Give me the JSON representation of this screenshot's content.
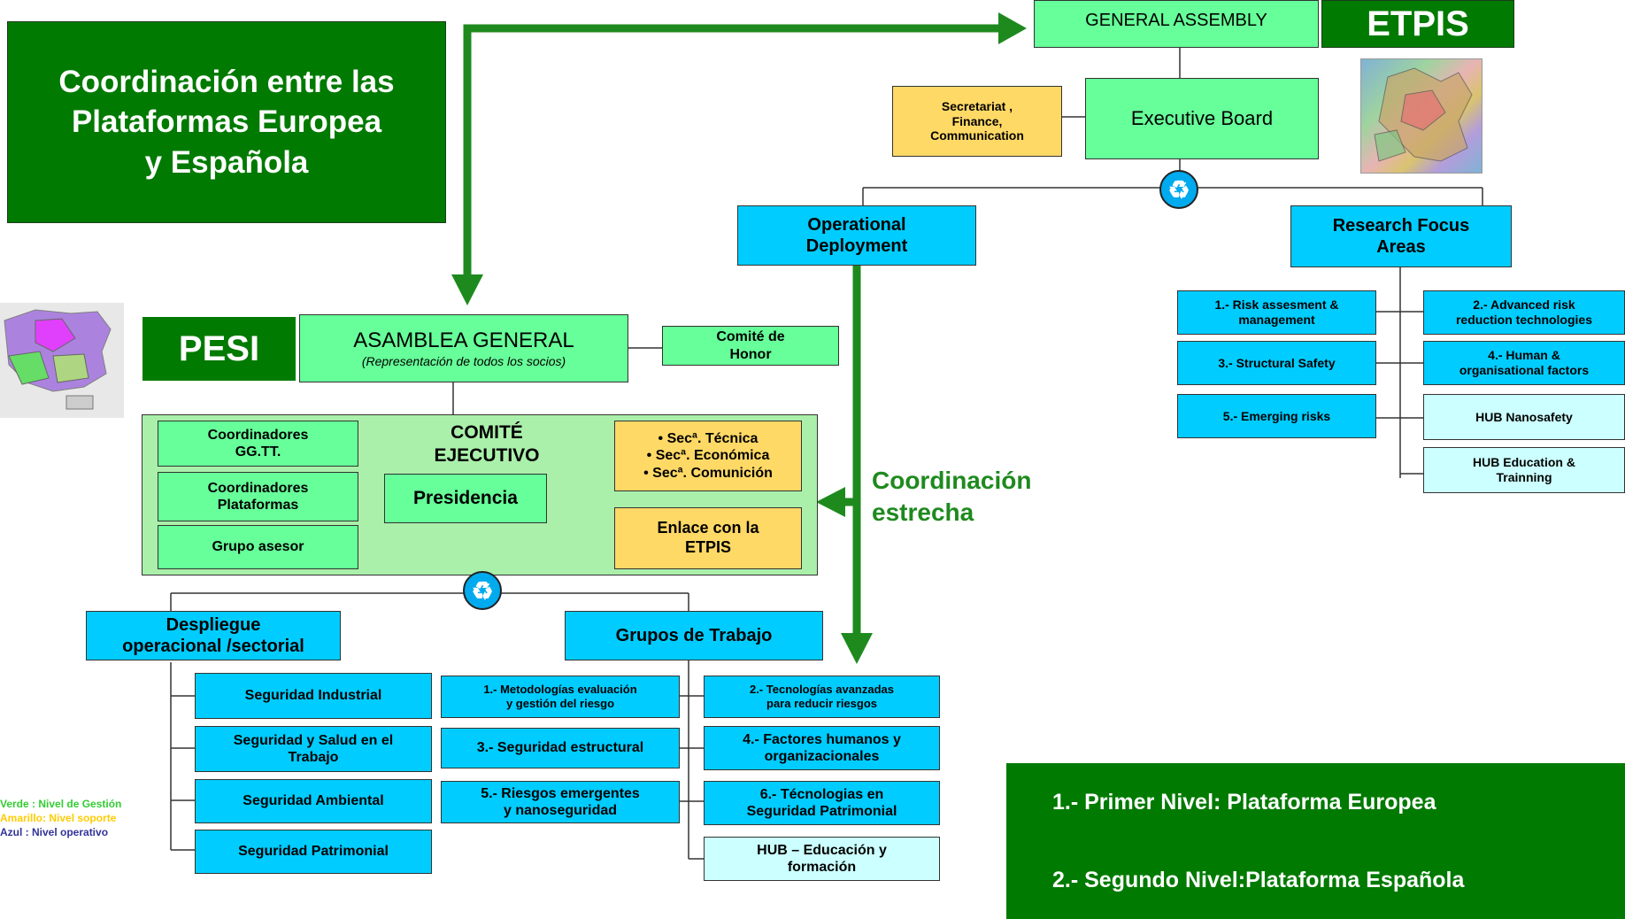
{
  "title_box": {
    "line1": "Coordinación entre las",
    "line2": "Plataformas  Europea",
    "line3": "y Española"
  },
  "etpis": {
    "label": "ETPIS",
    "general_assembly": "GENERAL   ASSEMBLY",
    "executive_board": "Executive   Board",
    "secretariat": [
      "Secretariat  ,",
      "Finance,",
      "Communication"
    ],
    "operational": [
      "Operational",
      "Deployment"
    ],
    "research": [
      "Research   Focus",
      "Areas"
    ],
    "areas": [
      [
        "1.- Risk assesment &",
        "management"
      ],
      [
        "2.- Advanced  risk",
        "reduction technologies"
      ],
      [
        "3.- Structural  Safety"
      ],
      [
        "4.- Human &",
        "organisational factors"
      ],
      [
        "5.- Emerging   risks"
      ],
      [
        "HUB Nanosafety"
      ],
      [
        "HUB Education &",
        "Trainning"
      ]
    ]
  },
  "pesi": {
    "label": "PESI",
    "asamblea": "ASAMBLEA GENERAL",
    "asamblea_sub": "(Representación de todos los socios)",
    "comite_honor": [
      "Comité  de",
      "Honor"
    ],
    "comite_ejecutivo": [
      "COMITÉ",
      "EJECUTIVO"
    ],
    "presidencia": "Presidencia",
    "left_boxes": [
      [
        "Coordinadores",
        "GG.TT."
      ],
      [
        "Coordinadores",
        "Plataformas"
      ],
      [
        "Grupo asesor"
      ]
    ],
    "secretarias": [
      "• Secª. Técnica",
      "• Secª. Económica",
      "• Secª. Comunición"
    ],
    "enlace": [
      "Enlace con la",
      "ETPIS"
    ],
    "despliegue": [
      "Despliegue",
      "operacional /sectorial"
    ],
    "sectores": [
      [
        "Seguridad Industrial"
      ],
      [
        "Seguridad y Salud en el",
        "Trabajo"
      ],
      [
        "Seguridad Ambiental"
      ],
      [
        "Seguridad Patrimonial"
      ]
    ],
    "grupos": "Grupos de Trabajo",
    "grupos_items": [
      [
        "1.- Metodologías evaluación",
        "y gestión del riesgo"
      ],
      [
        "2.- Tecnologías avanzadas",
        "para reducir riesgos"
      ],
      [
        "3.- Seguridad estructural"
      ],
      [
        "4.- Factores humanos y",
        "organizacionales"
      ],
      [
        "5.- Riesgos  emergentes",
        "y nanoseguridad"
      ],
      [
        "6.- Técnologias en",
        "Seguridad Patrimonial"
      ],
      [
        "HUB – Educación y",
        "formación"
      ]
    ]
  },
  "coordinacion": [
    "Coordinación",
    "estrecha"
  ],
  "legend": [
    {
      "text": "Verde : Nivel de Gestión",
      "color": "#33cc33"
    },
    {
      "text": "Amarillo: Nivel soporte",
      "color": "#ffcc00"
    },
    {
      "text": "Azul : Nivel operativo",
      "color": "#333399"
    }
  ],
  "levels": [
    "1.- Primer Nivel: Plataforma Europea",
    "2.- Segundo Nivel:Plataforma Española"
  ],
  "colors": {
    "dark_green": "#007a00",
    "cyan": "#00ccff",
    "light_cyan": "#ccffff",
    "mint": "#66ff99",
    "yellow": "#ffd966",
    "arrow": "#1e8a1e"
  }
}
